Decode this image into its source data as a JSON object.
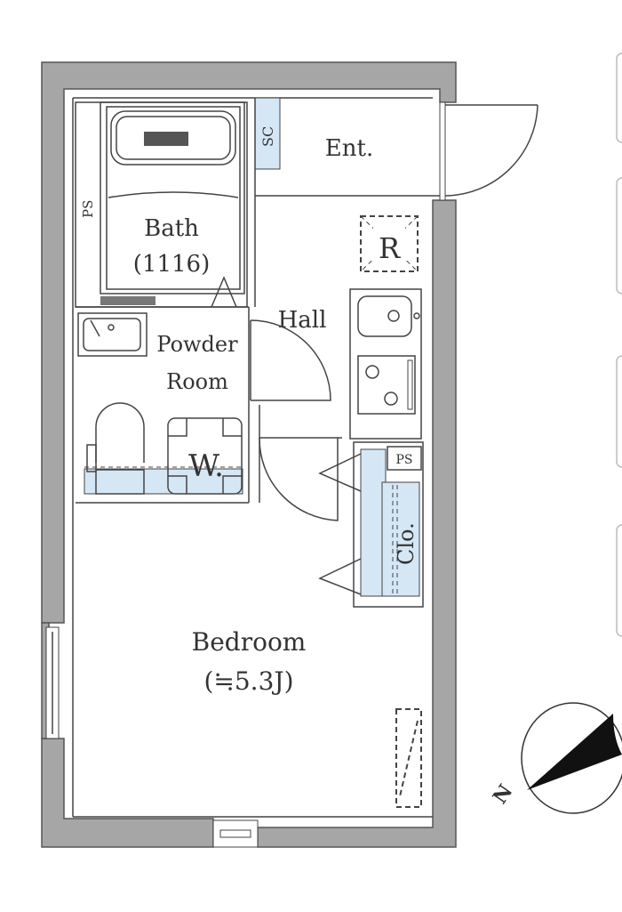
{
  "rooms": {
    "bath": {
      "label": "Bath",
      "size": "(1116)"
    },
    "entrance": {
      "label": "Ent."
    },
    "hall": {
      "label": "Hall"
    },
    "powder_room": {
      "label_line1": "Powder",
      "label_line2": "Room"
    },
    "bedroom": {
      "label": "Bedroom",
      "size": "(≒5.3J)"
    },
    "closet": {
      "label": "Clo."
    }
  },
  "fixtures": {
    "shoe_cabinet": "SC",
    "pipe_space_bath": "PS",
    "pipe_space_closet": "PS",
    "refrigerator": "R",
    "washer": "W."
  },
  "compass": {
    "north_label": "N"
  },
  "colors": {
    "wall": "#a6a6a6",
    "storage_fill": "#d5e6f5",
    "line": "#444444"
  }
}
